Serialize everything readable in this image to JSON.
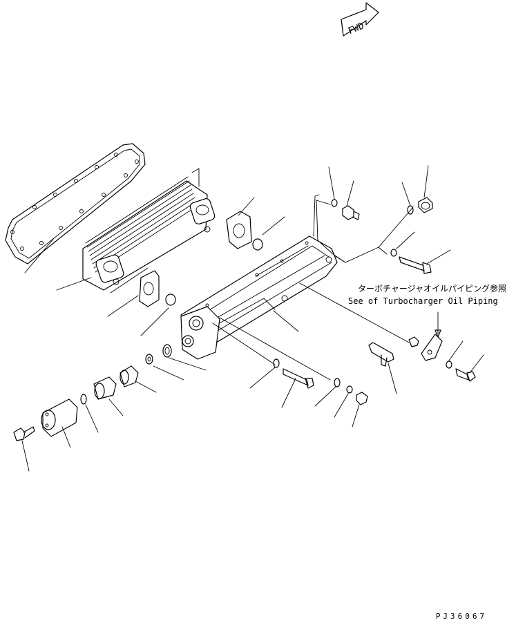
{
  "direction_marker": {
    "label": "FWD"
  },
  "reference_note": {
    "japanese": "ターボチャージャオイルパイピング参照",
    "english": "See of Turbocharger Oil Piping"
  },
  "drawing_code": "PJ36067"
}
